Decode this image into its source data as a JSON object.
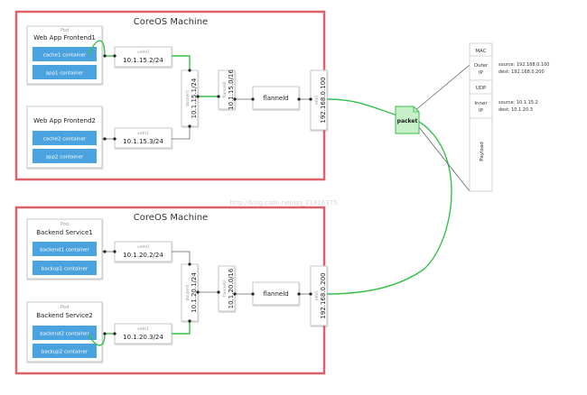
{
  "machines": [
    {
      "title": "CoreOS Machine",
      "pods": [
        {
          "small": "Pod",
          "name": "Web App Frontend1",
          "containers": [
            "cache1 container",
            "app1 container"
          ]
        },
        {
          "small": "",
          "name": "Web App Frontend2",
          "containers": [
            "cache2 container",
            "app2 container"
          ]
        }
      ],
      "veths": [
        {
          "label": "veth0",
          "addr": "10.1.15.2/24"
        },
        {
          "label": "veth1",
          "addr": "10.1.15.3/24"
        }
      ],
      "docker": {
        "label": "docker0",
        "addr": "10.1.15.1/24"
      },
      "flannel_if": {
        "label": "flannel0",
        "addr": "10.1.15.0/16"
      },
      "flanneld": "flanneld",
      "eth": {
        "label": "eth0",
        "addr": "192.168.0.100"
      }
    },
    {
      "title": "CoreOS Machine",
      "pods": [
        {
          "small": "Pod",
          "name": "Backend Service1",
          "containers": [
            "backend1 container",
            "backup1 container"
          ]
        },
        {
          "small": "Pod",
          "name": "Backend Service2",
          "containers": [
            "backend2 container",
            "backup2 container"
          ]
        }
      ],
      "veths": [
        {
          "label": "veth0",
          "addr": "10.1.20.2/24"
        },
        {
          "label": "veth1",
          "addr": "10.1.20.3/24"
        }
      ],
      "docker": {
        "label": "docker0",
        "addr": "10.1.20.1/24"
      },
      "flannel_if": {
        "label": "flannel0",
        "addr": "10.1.20.0/16"
      },
      "flanneld": "flanneld",
      "eth": {
        "label": "eth0",
        "addr": "192.168.0.200"
      }
    }
  ],
  "packet": {
    "label": "packet"
  },
  "packet_structure": {
    "mac": "MAC",
    "outer_ip": {
      "line1": "Outer",
      "line2": "IP",
      "source": "source: 192.168.0.100",
      "dest": "dest: 192.168.0.200"
    },
    "udp": "UDP",
    "inner_ip": {
      "line1": "Inner",
      "line2": "IP",
      "source": "source: 10.1.15.2",
      "dest": "dest: 10.1.20.3"
    },
    "payload": "Payload"
  },
  "watermark": "http://blog.csdn.net/qq_21816375"
}
